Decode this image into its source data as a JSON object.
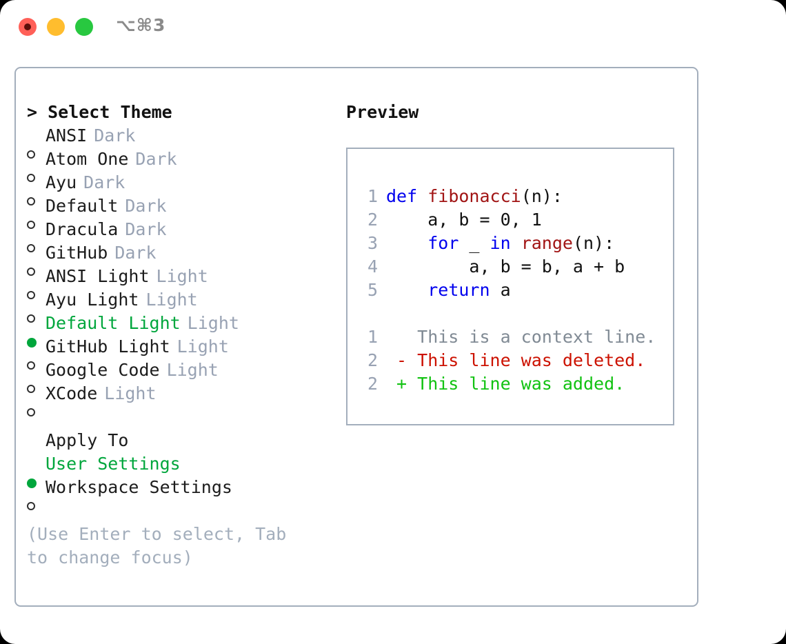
{
  "titlebar": {
    "shortcut": "⌥⌘3",
    "lights": [
      {
        "name": "close",
        "color": "#ff6058"
      },
      {
        "name": "minimize",
        "color": "#ffbd2e"
      },
      {
        "name": "zoom",
        "color": "#28c840"
      }
    ]
  },
  "colors": {
    "accent_green": "#00a63c",
    "muted": "#98a2b3",
    "border": "#a3aebc",
    "keyword_blue": "#0000ee",
    "function_red": "#a11414",
    "diff_deleted": "#cc1100",
    "diff_added": "#11c211"
  },
  "theme_picker": {
    "title": "> Select Theme",
    "items": [
      {
        "label": "ANSI",
        "suffix": "Dark",
        "selected": false
      },
      {
        "label": "Atom One",
        "suffix": "Dark",
        "selected": false
      },
      {
        "label": "Ayu",
        "suffix": "Dark",
        "selected": false
      },
      {
        "label": "Default",
        "suffix": "Dark",
        "selected": false
      },
      {
        "label": "Dracula",
        "suffix": "Dark",
        "selected": false
      },
      {
        "label": "GitHub",
        "suffix": "Dark",
        "selected": false
      },
      {
        "label": "ANSI Light",
        "suffix": "Light",
        "selected": false
      },
      {
        "label": "Ayu Light",
        "suffix": "Light",
        "selected": false
      },
      {
        "label": "Default Light",
        "suffix": "Light",
        "selected": true
      },
      {
        "label": "GitHub Light",
        "suffix": "Light",
        "selected": false
      },
      {
        "label": "Google Code",
        "suffix": "Light",
        "selected": false
      },
      {
        "label": "XCode",
        "suffix": "Light",
        "selected": false
      }
    ]
  },
  "apply_to": {
    "title": "Apply To",
    "items": [
      {
        "label": "User Settings",
        "selected": true
      },
      {
        "label": "Workspace Settings",
        "selected": false
      }
    ]
  },
  "hint": "(Use Enter to select, Tab to change focus)",
  "preview": {
    "title": "Preview",
    "code_lines": [
      {
        "number": "1",
        "tokens": [
          {
            "text": "def ",
            "type": "kw"
          },
          {
            "text": "fibonacci",
            "type": "fn"
          },
          {
            "text": "(n):",
            "type": "txt"
          }
        ]
      },
      {
        "number": "2",
        "tokens": [
          {
            "text": "    a, b = 0, 1",
            "type": "txt"
          }
        ]
      },
      {
        "number": "3",
        "tokens": [
          {
            "text": "    ",
            "type": "txt"
          },
          {
            "text": "for",
            "type": "kw"
          },
          {
            "text": " _ ",
            "type": "txt"
          },
          {
            "text": "in ",
            "type": "kw"
          },
          {
            "text": "range",
            "type": "fn"
          },
          {
            "text": "(n):",
            "type": "txt"
          }
        ]
      },
      {
        "number": "4",
        "tokens": [
          {
            "text": "        a, b = b, a + b",
            "type": "txt"
          }
        ]
      },
      {
        "number": "5",
        "tokens": [
          {
            "text": "    ",
            "type": "txt"
          },
          {
            "text": "return",
            "type": "kw"
          },
          {
            "text": " a",
            "type": "txt"
          }
        ]
      }
    ],
    "diff_lines": [
      {
        "number": "1",
        "tokens": [
          {
            "text": "   This is a context line.",
            "type": "ctx"
          }
        ]
      },
      {
        "number": "2",
        "tokens": [
          {
            "text": " - This line was deleted.",
            "type": "del"
          }
        ]
      },
      {
        "number": "2",
        "tokens": [
          {
            "text": " + This line was added.",
            "type": "add"
          }
        ]
      }
    ]
  }
}
